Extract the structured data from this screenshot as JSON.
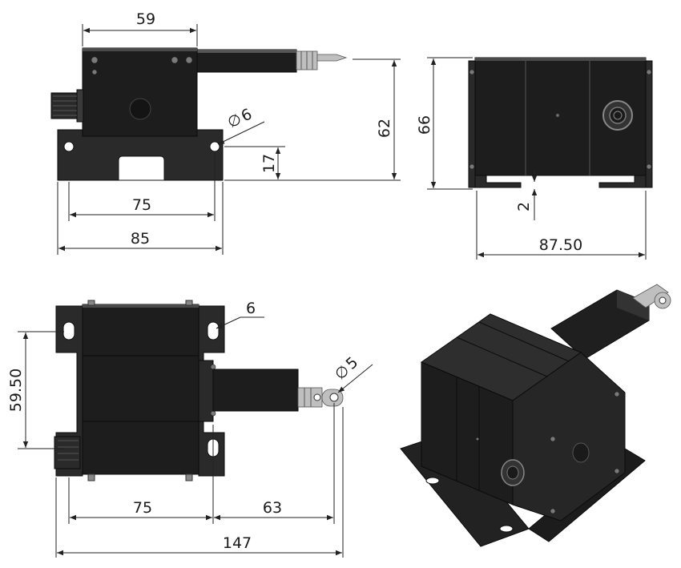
{
  "drawing": {
    "views": [
      {
        "name": "front-view",
        "dimensions": {
          "top_width": "59",
          "height": "62",
          "hole_diameter": "6",
          "hole_height": "17",
          "hole_spacing": "75",
          "overall_width": "85"
        },
        "diameter_symbol": "∅"
      },
      {
        "name": "side-view",
        "dimensions": {
          "height": "66",
          "gap": "2",
          "width": "87.50"
        }
      },
      {
        "name": "top-view",
        "dimensions": {
          "slot": "6",
          "depth": "59.50",
          "eye_diameter": "5",
          "hole_spacing": "75",
          "extension": "63",
          "overall_length": "147"
        },
        "diameter_symbol": "∅"
      },
      {
        "name": "isometric-view"
      }
    ]
  }
}
